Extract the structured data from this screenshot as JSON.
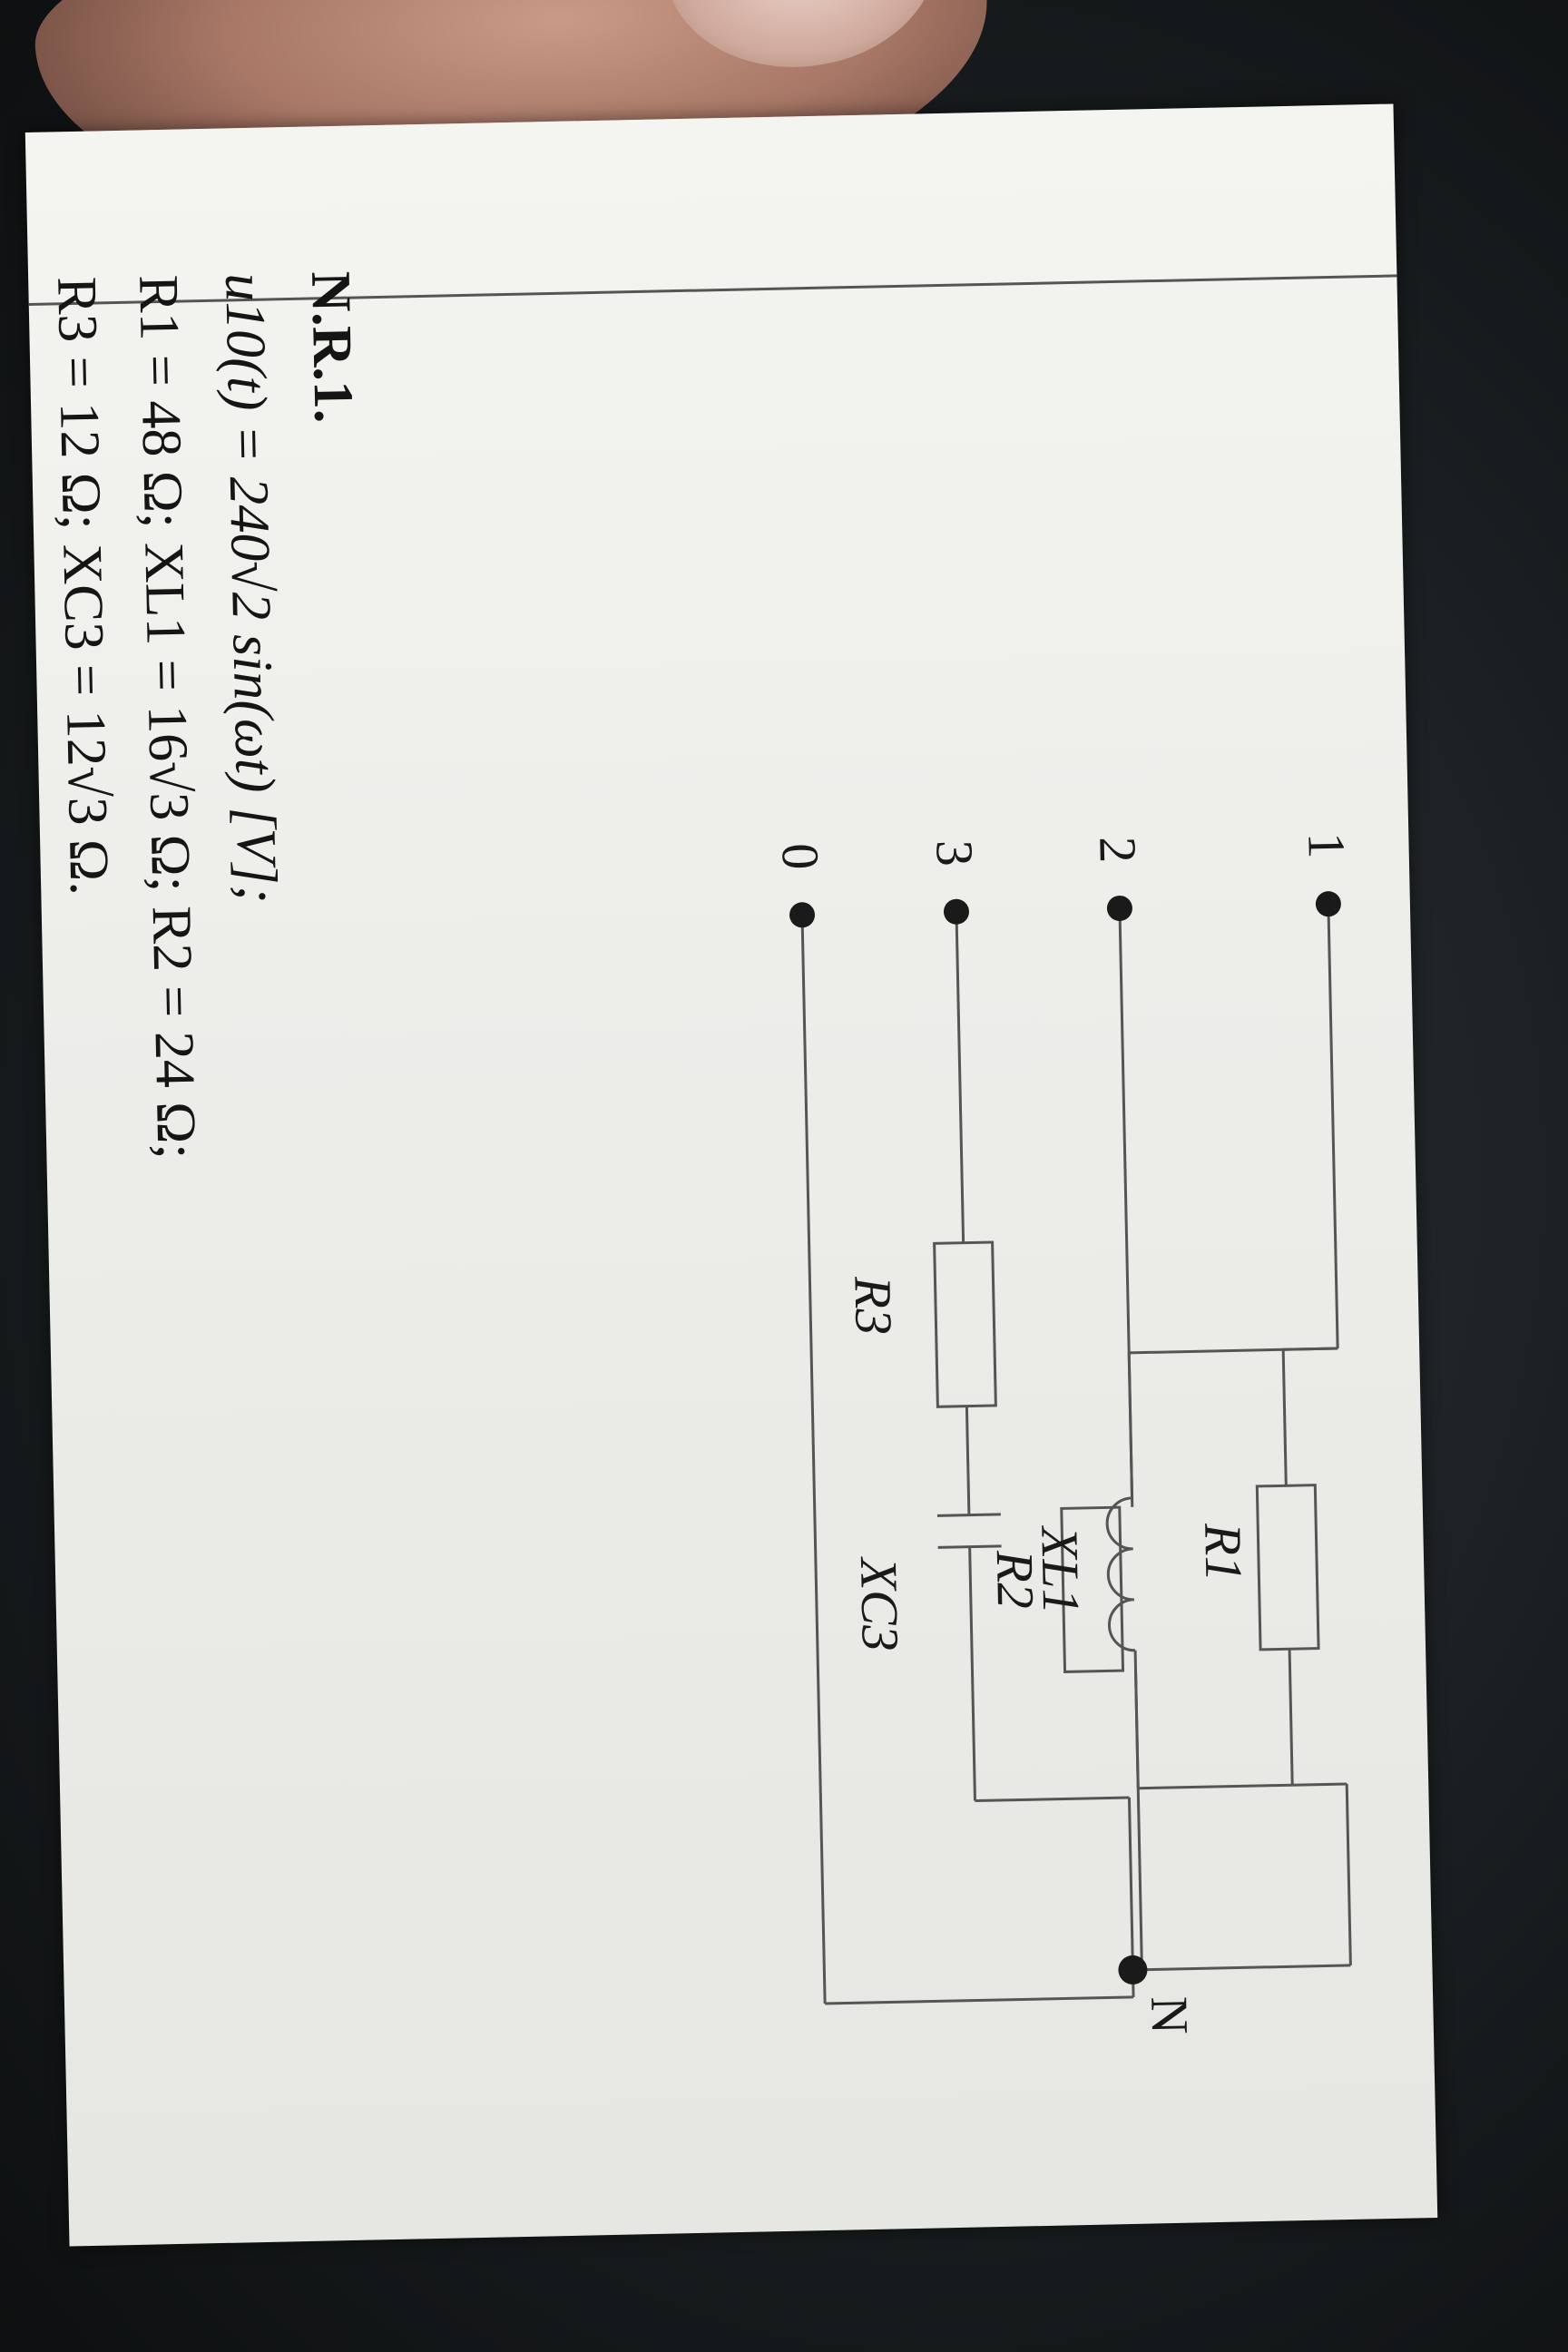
{
  "problem": {
    "title": "N.R.1.",
    "line1": "u10(t) = 240√2 sin(ωt) [V];",
    "line2": "R1 = 48 Ω; XL1 = 16√3 Ω; R2 = 24 Ω;",
    "line3": "R3 = 12 Ω; XC3 = 12√3 Ω."
  },
  "circuit": {
    "terminals": [
      "1",
      "2",
      "3",
      "0"
    ],
    "neutral": "N",
    "components": {
      "r1": "R1",
      "xl1": "XL1",
      "r2": "R2",
      "r3": "R3",
      "xc3": "XC3"
    }
  }
}
